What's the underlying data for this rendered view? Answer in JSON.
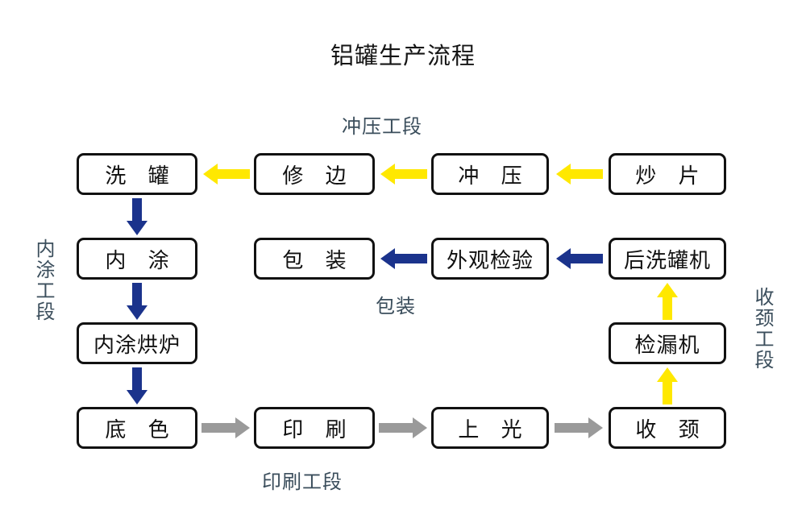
{
  "title": "铝罐生产流程",
  "colors": {
    "box_border": "#111111",
    "box_fill": "#ffffff",
    "arrow_yellow": "#FFE800",
    "arrow_blue": "#1B338C",
    "arrow_gray": "#9A9A9A",
    "section_label": "#3b4e5c",
    "title_text": "#151515"
  },
  "chart_data": {
    "type": "diagram",
    "title": "铝罐生产流程",
    "nodes": [
      {
        "id": "n1",
        "label": "洗 罐",
        "row": 1,
        "col": 1
      },
      {
        "id": "n2",
        "label": "修 边",
        "row": 1,
        "col": 2
      },
      {
        "id": "n3",
        "label": "冲 压",
        "row": 1,
        "col": 3
      },
      {
        "id": "n4",
        "label": "炒 片",
        "row": 1,
        "col": 4
      },
      {
        "id": "n5",
        "label": "内 涂",
        "row": 2,
        "col": 1
      },
      {
        "id": "n6",
        "label": "包 装",
        "row": 2,
        "col": 2
      },
      {
        "id": "n7",
        "label": "外观检验",
        "row": 2,
        "col": 3
      },
      {
        "id": "n8",
        "label": "后洗罐机",
        "row": 2,
        "col": 4
      },
      {
        "id": "n9",
        "label": "内涂烘炉",
        "row": 3,
        "col": 1
      },
      {
        "id": "n10",
        "label": "检漏机",
        "row": 3,
        "col": 4
      },
      {
        "id": "n11",
        "label": "底 色",
        "row": 4,
        "col": 1
      },
      {
        "id": "n12",
        "label": "印 刷",
        "row": 4,
        "col": 2
      },
      {
        "id": "n13",
        "label": "上 光",
        "row": 4,
        "col": 3
      },
      {
        "id": "n14",
        "label": "收 颈",
        "row": 4,
        "col": 4
      }
    ],
    "edges": [
      {
        "from": "n4",
        "to": "n3",
        "color": "#FFE800",
        "direction": "left"
      },
      {
        "from": "n3",
        "to": "n2",
        "color": "#FFE800",
        "direction": "left"
      },
      {
        "from": "n2",
        "to": "n1",
        "color": "#FFE800",
        "direction": "left"
      },
      {
        "from": "n1",
        "to": "n5",
        "color": "#1B338C",
        "direction": "down"
      },
      {
        "from": "n5",
        "to": "n9",
        "color": "#1B338C",
        "direction": "down"
      },
      {
        "from": "n9",
        "to": "n11",
        "color": "#1B338C",
        "direction": "down"
      },
      {
        "from": "n11",
        "to": "n12",
        "color": "#9A9A9A",
        "direction": "right"
      },
      {
        "from": "n12",
        "to": "n13",
        "color": "#9A9A9A",
        "direction": "right"
      },
      {
        "from": "n13",
        "to": "n14",
        "color": "#9A9A9A",
        "direction": "right"
      },
      {
        "from": "n14",
        "to": "n10",
        "color": "#FFE800",
        "direction": "up"
      },
      {
        "from": "n10",
        "to": "n8",
        "color": "#FFE800",
        "direction": "up"
      },
      {
        "from": "n8",
        "to": "n7",
        "color": "#1B338C",
        "direction": "left"
      },
      {
        "from": "n7",
        "to": "n6",
        "color": "#1B338C",
        "direction": "left"
      }
    ],
    "section_labels": [
      {
        "id": "s1",
        "label": "冲压工段",
        "orientation": "horizontal"
      },
      {
        "id": "s2",
        "label": "包装",
        "orientation": "horizontal"
      },
      {
        "id": "s3",
        "label": "印刷工段",
        "orientation": "horizontal"
      },
      {
        "id": "s4",
        "label": "内涂工段",
        "orientation": "vertical"
      },
      {
        "id": "s5",
        "label": "收颈工段",
        "orientation": "vertical"
      }
    ]
  },
  "nodes": {
    "wash_can": "洗 罐",
    "trim": "修 边",
    "stamping": "冲 压",
    "blanking": "炒 片",
    "inner_coat": "内 涂",
    "packaging": "包 装",
    "visual_inspect": "外观检验",
    "post_washer": "后洗罐机",
    "inner_coat_oven": "内涂烘炉",
    "leak_tester": "检漏机",
    "base_color": "底 色",
    "printing": "印 刷",
    "varnish": "上 光",
    "necking": "收 颈"
  },
  "sections": {
    "stamping_section": "冲压工段",
    "packaging_section": "包装",
    "printing_section": "印刷工段",
    "inner_coating_section": "内涂工段",
    "necking_section": "收颈工段"
  }
}
